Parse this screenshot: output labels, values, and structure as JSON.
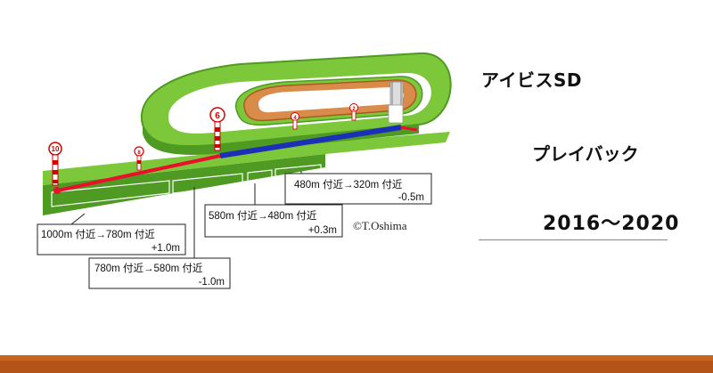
{
  "title": "アイビスSD",
  "subtitle": "プレイバック",
  "years": "2016～2020",
  "copyright": "©T.Oshima",
  "colors": {
    "turf": "#7cc83a",
    "dirt": "#d98b4a",
    "section_red": "#e8102a",
    "section_blue": "#1c2fb8",
    "accent_band": "#c8661e"
  },
  "furlong_markers": [
    "10",
    "8",
    "6",
    "4",
    "2"
  ],
  "sections": [
    {
      "id": "s1",
      "line1": "1000m 付近→780m 付近",
      "line2": "+1.0m"
    },
    {
      "id": "s2",
      "line1": "780m 付近→580m 付近",
      "line2": "-1.0m"
    },
    {
      "id": "s3",
      "line1": "580m 付近→480m 付近",
      "line2": "+0.3m"
    },
    {
      "id": "s4",
      "line1": "480m 付近→320m 付近",
      "line2": "-0.5m"
    }
  ]
}
